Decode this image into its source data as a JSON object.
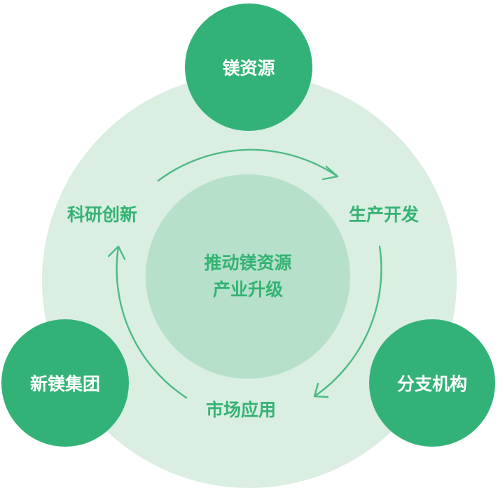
{
  "center": {
    "line1": "推动镁资源",
    "line2": "产业升级"
  },
  "nodes": {
    "top": "镁资源",
    "left": "新镁集团",
    "right": "分支机构"
  },
  "cycle_labels": {
    "top_left": "科研创新",
    "top_right": "生产开发",
    "bottom": "市场应用"
  },
  "colors": {
    "ring": "#daeee2",
    "core": "#b6e0ca",
    "node": "#33b277",
    "text_green": "#34b373",
    "arrow": "#4dbb83"
  },
  "icons": [
    "clockwise-arrow-icon"
  ]
}
